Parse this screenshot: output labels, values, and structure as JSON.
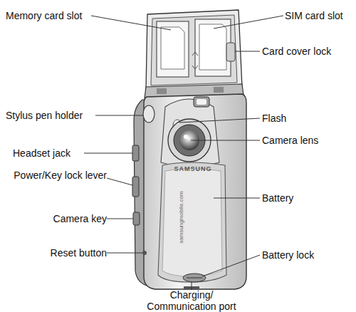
{
  "diagram": {
    "labels": [
      "Memory card slot",
      "SIM card slot",
      "Card cover lock",
      "Stylus pen holder",
      "Flash",
      "Camera lens",
      "Headset jack",
      "Power/Key lock lever",
      "Battery",
      "Camera key",
      "Reset button",
      "Battery lock",
      "Charging/ Communication port",
      "SAMSUNG",
      "samsungmobile.com"
    ]
  }
}
